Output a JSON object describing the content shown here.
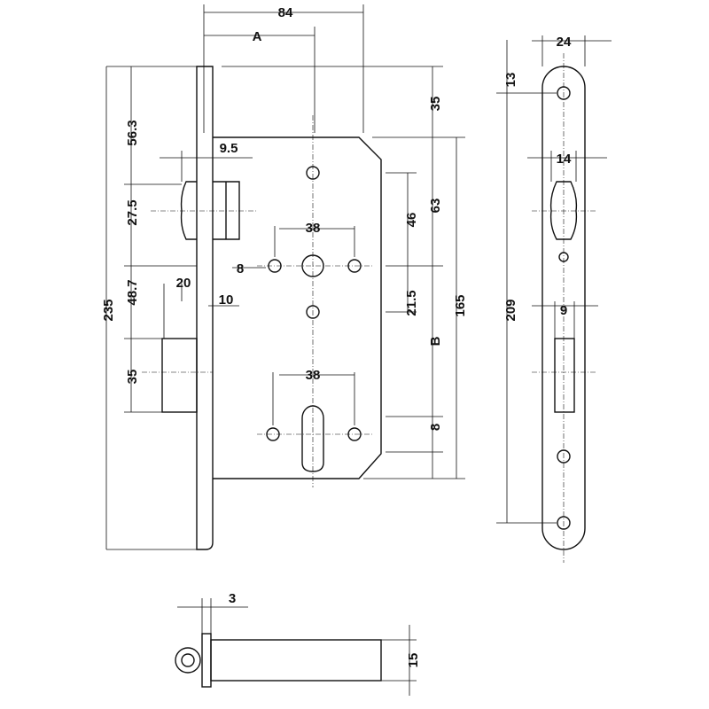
{
  "title": "Mortise lock dimension drawing",
  "dimensions": {
    "overall_depth": "84",
    "backset": "A",
    "faceplate_width": "24",
    "faceplate_top_to_hole": "13",
    "plate_top_to_case": "35",
    "plate_top_to_latch": "56.3",
    "latch_projection": "9.5",
    "latch_height": "27.5",
    "follower_spacing_top": "38",
    "case_to_follower": "46",
    "case_to_follower_offset": "63",
    "strike_latch_width": "14",
    "follower_hole_offset": "8",
    "latch_to_bolt": "48.7",
    "bolt_throw": "20",
    "follower_to_cylinder_hole": "21.5",
    "bolt_setback": "10",
    "plate_height": "235",
    "case_height": "165",
    "strike_hole_spacing": "209",
    "bolt_window_width": "9",
    "distance_center": "B",
    "bolt_height": "35",
    "cylinder_screw_spacing": "38",
    "cylinder_hole_offset": "8",
    "plate_thickness": "3",
    "case_thickness": "15"
  }
}
